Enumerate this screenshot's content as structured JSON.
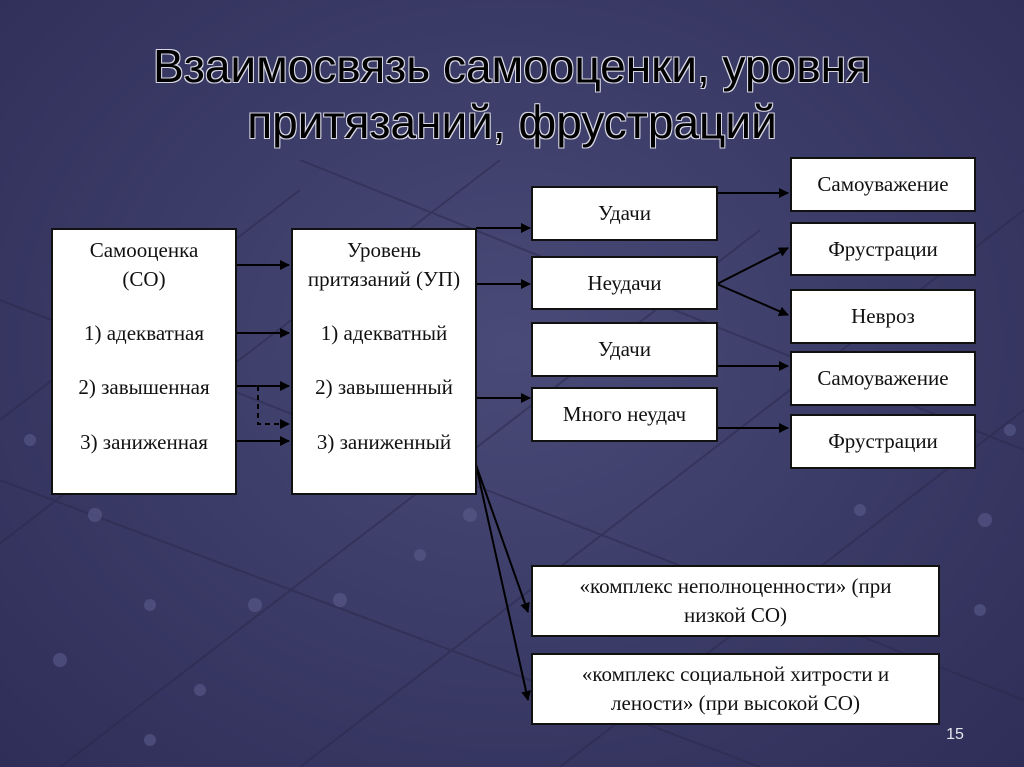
{
  "slide": {
    "title_line1": "Взаимосвязь самооценки, уровня",
    "title_line2": "притязаний, фрустраций",
    "page_number": "15"
  },
  "self_esteem": {
    "heading_line1": "Самооценка",
    "heading_line2": "(СО)",
    "items": [
      "1) адекватная",
      "2) завышенная",
      "3) заниженная"
    ]
  },
  "aspiration": {
    "heading_line1": "Уровень",
    "heading_line2": "притязаний (УП)",
    "items": [
      "1) адекватный",
      "2) завышенный",
      "3) заниженный"
    ]
  },
  "outcomes": [
    "Удачи",
    "Неудачи",
    "Удачи",
    "Много неудач"
  ],
  "results": [
    "Самоуважение",
    "Фрустрации",
    "Невроз",
    "Самоуважение",
    "Фрустрации"
  ],
  "complexes": [
    {
      "line1": "«комплекс неполноценности» (при",
      "line2": "низкой СО)"
    },
    {
      "line1": "«комплекс социальной хитрости и",
      "line2": "лености» (при высокой СО)"
    }
  ]
}
